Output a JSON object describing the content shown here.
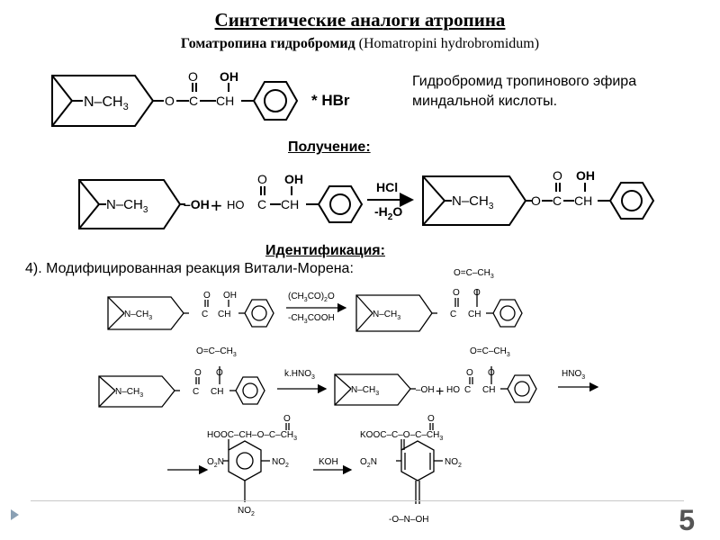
{
  "title": "Синтетические аналоги атропина",
  "subtitle": {
    "bold": "Гоматропина гидробромид",
    "latin": "(Homatropini hydrobromidum)"
  },
  "description_lines": [
    "Гидробромид тропинового эфира",
    "миндальной кислоты."
  ],
  "section_preparation": "Получение:",
  "section_identification": "Идентификация:",
  "reaction_title": "4). Модифицированная реакция Витали-Морена:",
  "formula": {
    "tropane_label": "N–CH",
    "sub3": "3",
    "ester": "–O–C–CH–",
    "hydroxy": "OH",
    "oxo": "O",
    "salt": "* HBr",
    "tropine_oh": "–OH",
    "plus": "+",
    "acid_prefix": "HO–C–CH–",
    "hcl": "HCl",
    "minus_h2o": "-H",
    "sub2": "2",
    "o": "O",
    "acetic_anhydride": "(CH",
    "sub3b": "3",
    "co2o": "CO)",
    "sub2o": "2",
    "o_tail": "O",
    "minus_acoh": "-CH",
    "cooh": "COOH",
    "acetyl": "O=C–CH",
    "knitric": "k.HNO",
    "hno3": "HNO",
    "hooc": "HOOC–CH–O–C–CH",
    "kooc": "KOOC–C–O–C–CH",
    "no2": "NO",
    "o2n": "O",
    "n_label": "N",
    "koh": "KOH",
    "nitronate": "-O–N–OH"
  },
  "page_number": "5"
}
